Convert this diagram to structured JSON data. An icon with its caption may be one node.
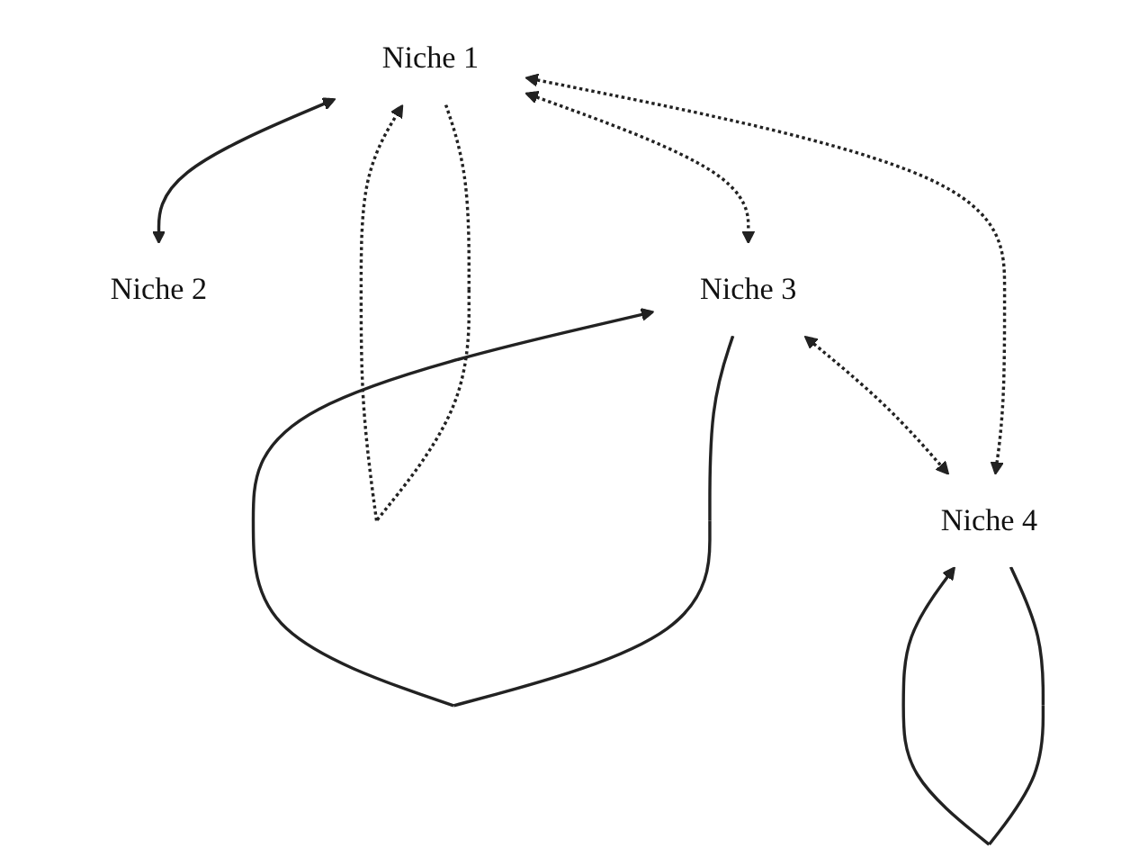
{
  "diagram": {
    "nodes": [
      {
        "text": [
          "Niche 1"
        ]
      },
      {
        "text": [
          "Niche 2"
        ]
      },
      {
        "text": [
          "Niche 3"
        ]
      },
      {
        "text": [
          "Niche 4"
        ]
      }
    ],
    "edges": [
      {
        "from": 0,
        "to": 0,
        "arrow": "to",
        "style": "dashed"
      },
      {
        "from": 0,
        "to": 1,
        "arrow": "both"
      },
      {
        "from": 0,
        "to": 2,
        "arrow": "both",
        "style": "dashed"
      },
      {
        "from": 0,
        "to": 3,
        "arrow": "both",
        "style": "dashed"
      },
      {
        "from": 2,
        "to": 2,
        "arrow": "to"
      },
      {
        "from": 2,
        "to": 3,
        "arrow": "both",
        "style": "dashed"
      },
      {
        "from": 3,
        "to": 3,
        "arrow": "to"
      }
    ]
  }
}
